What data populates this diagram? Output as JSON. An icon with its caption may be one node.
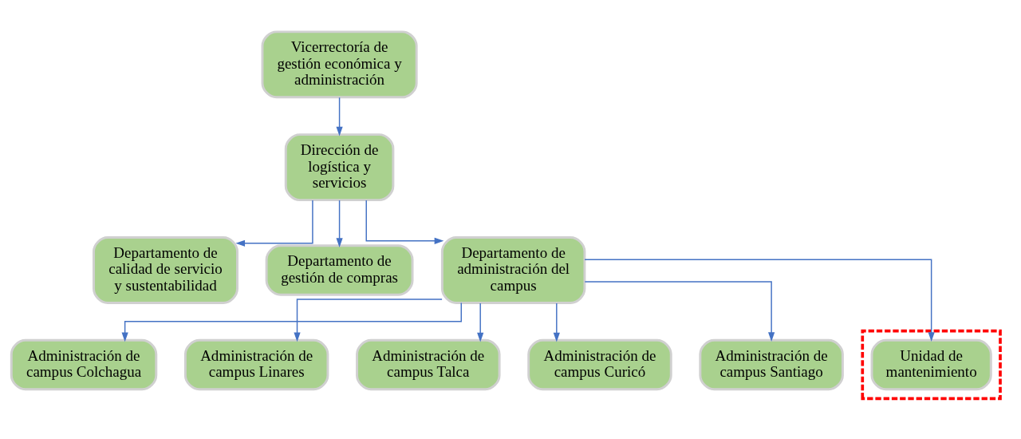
{
  "diagram": {
    "nodes": [
      {
        "text": [
          "Vicerrectoría de gestión económica y administración"
        ]
      },
      {
        "text": [
          "Dirección de logística y servicios"
        ]
      },
      {
        "text": [
          "Departamento de calidad de servicio y sustentabilidad"
        ]
      },
      {
        "text": [
          "Departamento de gestión de compras"
        ]
      },
      {
        "text": [
          "Departamento de administración del campus"
        ]
      },
      {
        "text": [
          "Administración de campus Colchagua"
        ]
      },
      {
        "text": [
          "Administración de campus Linares"
        ]
      },
      {
        "text": [
          "Administración de campus Talca"
        ]
      },
      {
        "text": [
          "Administración de campus Curicó"
        ]
      },
      {
        "text": [
          "Administración de campus Santiago"
        ]
      },
      {
        "text": [],
        "shape": "box"
      },
      {
        "text": [
          "Unidad de mantenimiento"
        ],
        "in": 10
      }
    ],
    "edges": [
      {
        "from": 0,
        "to": 1,
        "arrow": "to"
      },
      {
        "from": 1,
        "to": 2,
        "arrow": "to"
      },
      {
        "from": 1,
        "to": 3,
        "arrow": "to"
      },
      {
        "from": 1,
        "to": 4,
        "arrow": "to"
      },
      {
        "from": 4,
        "to": 5,
        "arrow": "to"
      },
      {
        "from": 4,
        "to": 6,
        "arrow": "to"
      },
      {
        "from": 4,
        "to": 7,
        "arrow": "to"
      },
      {
        "from": 4,
        "to": 8,
        "arrow": "to"
      },
      {
        "from": 4,
        "to": 9,
        "arrow": "to"
      },
      {
        "from": 4,
        "to": 11,
        "arrow": "to"
      }
    ]
  }
}
